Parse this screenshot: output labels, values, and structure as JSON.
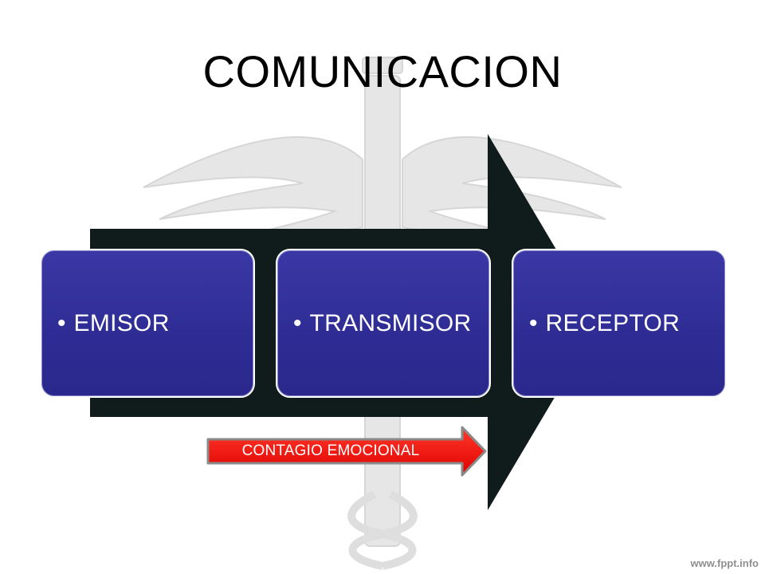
{
  "slide": {
    "title": "COMUNICACION",
    "footer": "www.fppt.info"
  },
  "process": {
    "steps": [
      {
        "bullet": "•",
        "label": "EMISOR"
      },
      {
        "bullet": "•",
        "label": "TRANSMISOR"
      },
      {
        "bullet": "•",
        "label": "RECEPTOR"
      }
    ],
    "box_color": "#2f2d95",
    "arrow_color": "#101c1b"
  },
  "callout": {
    "label": "CONTAGIO EMOCIONAL",
    "color": "#ff0000"
  },
  "watermark": {
    "icon": "caduceus-icon",
    "color": "#e2e2e2"
  }
}
